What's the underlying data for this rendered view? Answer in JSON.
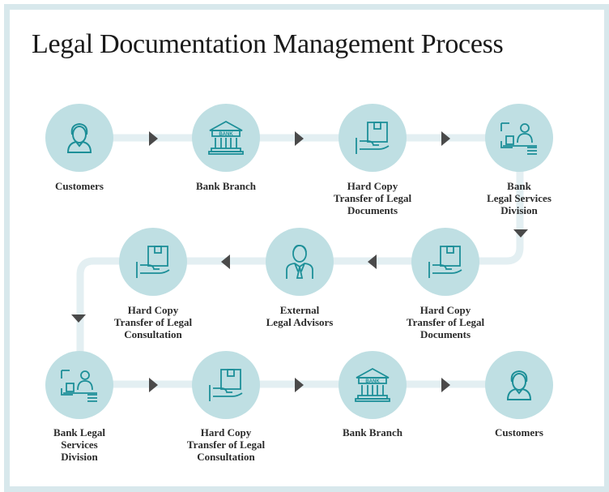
{
  "title": "Legal Documentation Management Process",
  "colors": {
    "circle_fill": "#bfdfe3",
    "icon_stroke": "#1d8f98",
    "connector": "#e3eff2",
    "arrow": "#4a4a4a",
    "frame": "#d8e8ec"
  },
  "nodes": [
    {
      "label": "Customers",
      "icon": "customer-icon"
    },
    {
      "label": "Bank Branch",
      "icon": "bank-icon"
    },
    {
      "label": "Hard Copy\nTransfer of Legal\nDocuments",
      "icon": "hand-box-icon"
    },
    {
      "label": "Bank\nLegal Services\nDivision",
      "icon": "office-desk-icon"
    },
    {
      "label": "Hard Copy\nTransfer of Legal\nDocuments",
      "icon": "hand-box-icon"
    },
    {
      "label": "External\nLegal  Advisors",
      "icon": "advisor-icon"
    },
    {
      "label": "Hard Copy\nTransfer of Legal\nConsultation",
      "icon": "hand-box-icon"
    },
    {
      "label": "Bank Legal\nServices\nDivision",
      "icon": "office-desk-icon"
    },
    {
      "label": "Hard Copy\nTransfer of Legal\nConsultation",
      "icon": "hand-box-icon"
    },
    {
      "label": "Bank Branch",
      "icon": "bank-icon"
    },
    {
      "label": "Customers",
      "icon": "customer-icon"
    }
  ],
  "bank_sign": "BANK"
}
